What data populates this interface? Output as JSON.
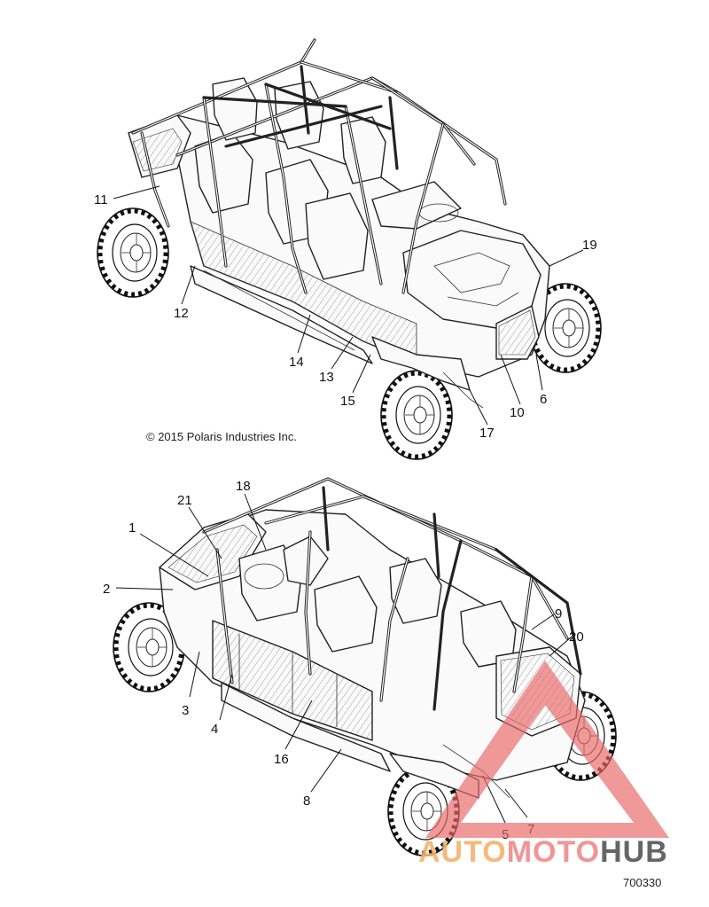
{
  "copyright": "© 2015 Polaris Industries Inc.",
  "figure_number": "700330",
  "watermark": {
    "part1": "AUTO",
    "part2": "MOTO",
    "part3": "HUB",
    "colors": {
      "auto": "#f5b26b",
      "moto": "#f08a8a",
      "hub": "#555555",
      "triangle": "#e86a6a"
    }
  },
  "top_view_callouts": [
    "11",
    "12",
    "14",
    "13",
    "15",
    "17",
    "10",
    "6",
    "19"
  ],
  "bottom_view_callouts": [
    "18",
    "21",
    "1",
    "2",
    "3",
    "4",
    "16",
    "8",
    "5",
    "7",
    "9",
    "20"
  ]
}
